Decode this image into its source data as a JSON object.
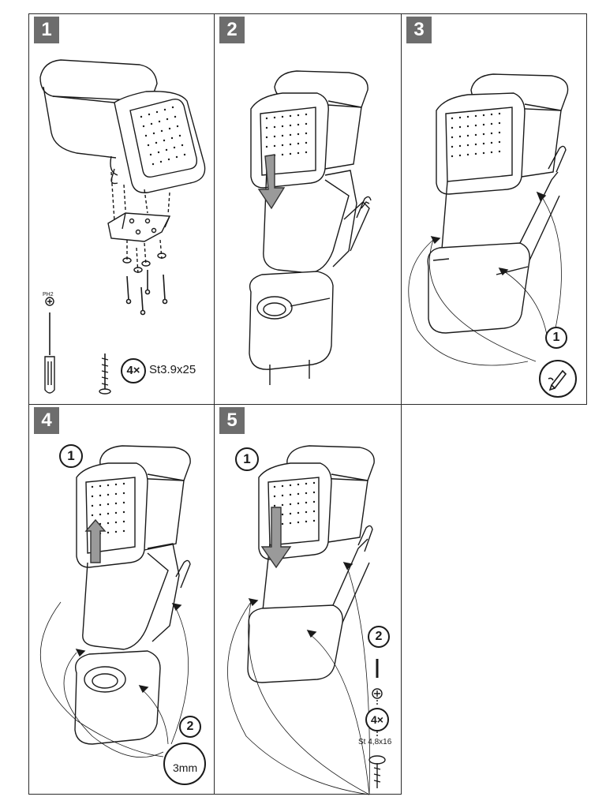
{
  "colors": {
    "badge_bg": "#6d6d6d",
    "line": "#1a1a1a",
    "frame": "#2b2b2b"
  },
  "steps": [
    {
      "number": "1",
      "driver_label": "PH2",
      "screw_count": "4×",
      "screw_spec": "St3.9x25"
    },
    {
      "number": "2"
    },
    {
      "number": "3",
      "sub_step": "1",
      "sub_icon": "pencil-mark-icon"
    },
    {
      "number": "4",
      "sub_step_1": "1",
      "sub_step_2": "2",
      "gap_label": "3mm"
    },
    {
      "number": "5",
      "sub_step_1": "1",
      "sub_step_2": "2",
      "screw_count": "4×",
      "screw_spec": "St 4,8x16"
    }
  ]
}
